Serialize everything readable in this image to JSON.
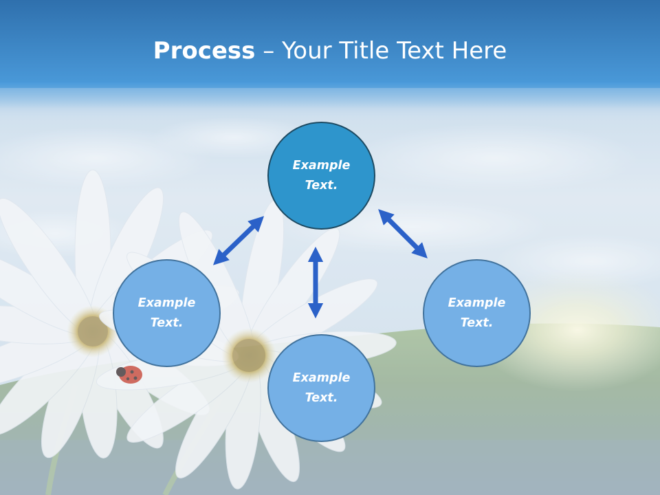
{
  "title": {
    "bold": "Process",
    "separator": " – ",
    "light": "Your Title Text Here"
  },
  "colors": {
    "header_band": "#3a86c8",
    "center_node_fill": "#2e95cc",
    "center_node_border": "#1d4a62",
    "outer_node_fill": "#75b0e6",
    "outer_node_border": "#41729c",
    "arrow": "#2b61c8",
    "text": "#ffffff"
  },
  "nodes": [
    {
      "id": "top",
      "role": "center",
      "line1": "Example",
      "line2": "Text."
    },
    {
      "id": "left",
      "role": "outer",
      "line1": "Example",
      "line2": "Text."
    },
    {
      "id": "bottom",
      "role": "outer",
      "line1": "Example",
      "line2": "Text."
    },
    {
      "id": "right",
      "role": "outer",
      "line1": "Example",
      "line2": "Text."
    }
  ],
  "arrows": [
    {
      "from": "top",
      "to": "left",
      "type": "double-headed"
    },
    {
      "from": "top",
      "to": "bottom",
      "type": "double-headed"
    },
    {
      "from": "top",
      "to": "right",
      "type": "double-headed"
    }
  ],
  "background": {
    "scene": "sky-with-clouds, green-grass-field, white-daisies-with-ladybug, sun-glow"
  }
}
